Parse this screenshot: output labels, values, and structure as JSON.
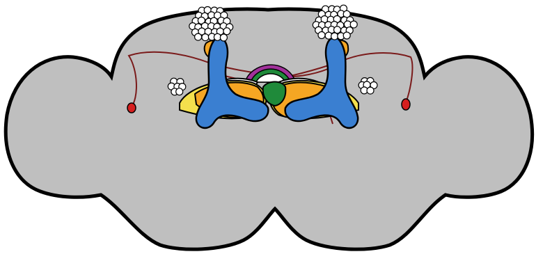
{
  "diagram": {
    "colors": {
      "background": "#ffffff",
      "brain_fill": "#bfbfbf",
      "outline": "#000000",
      "calyx_cells": "#ffffff",
      "lobe_blue": "#3a7fd1",
      "lobe_orange": "#f5a623",
      "lobe_yellow": "#f4e04d",
      "lobe_white": "#ffffff",
      "central_magenta": "#a0319a",
      "central_green": "#1f8a3a",
      "neuron_tract": "#7a1a1a",
      "cell_body_red": "#d61f1f"
    },
    "icons": {
      "brain": "brain-outline-shape",
      "calyx": "cell-cluster",
      "cell_body": "red-soma"
    }
  }
}
